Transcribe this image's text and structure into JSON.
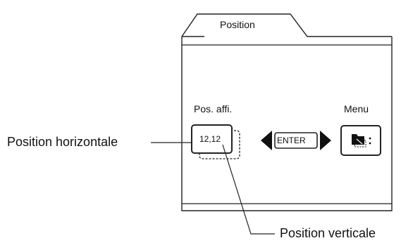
{
  "panel": {
    "tab_title": "Position",
    "left_label": "Pos. affi.",
    "right_label": "Menu",
    "value": "12,12",
    "enter_label": "ENTER"
  },
  "callouts": {
    "horizontal": "Position horizontale",
    "vertical": "Position verticale"
  },
  "icons": {
    "left_arrow": "triangle-left-icon",
    "right_arrow": "triangle-right-icon",
    "menu": "menu-folder-icon"
  }
}
